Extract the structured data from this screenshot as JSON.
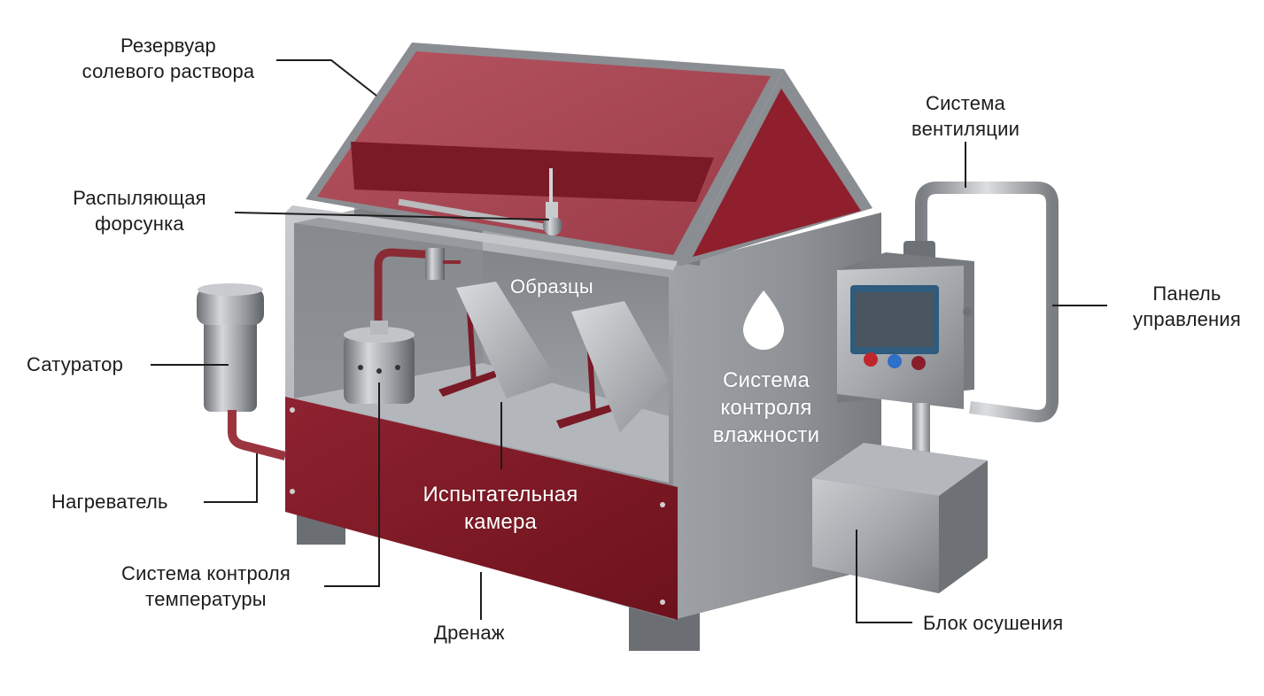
{
  "labels": {
    "reservoir": "Резервуар\nсолевого раствора",
    "nozzle": "Распыляющая\nфорсунка",
    "saturator": "Сатуратор",
    "heater": "Нагреватель",
    "temp_control": "Система контроля\nтемпературы",
    "drain": "Дренаж",
    "test_chamber": "Испытательная\nкамера",
    "samples": "Образцы",
    "humidity_control": "Система\nконтроля\nвлажности",
    "ventilation": "Система\nвентиляции",
    "control_panel": "Панель\nуправления",
    "drying_unit": "Блок осушения"
  },
  "colors": {
    "roof_red": "#a84653",
    "panel_red": "#7e1723",
    "steel": "#9a9da1",
    "steel_dark": "#6e7175",
    "leader_line": "#1c1c1c",
    "label_text": "#1c1c1c",
    "button_red": "#c0272d",
    "button_blue": "#2e6fc7",
    "button_dark_red": "#8a1d2a"
  },
  "icons": [
    "water-drop-icon"
  ]
}
